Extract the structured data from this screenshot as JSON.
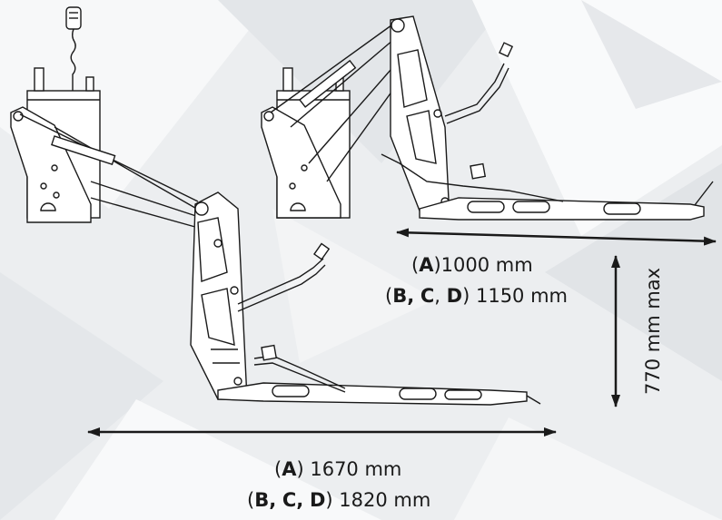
{
  "dimensions": {
    "top_length": {
      "model_a": "A",
      "value_a": "1000 mm",
      "models_bcd_b": "B,",
      "models_bcd_c": "C",
      "models_bcd_d": "D",
      "value_bcd": "1150 mm"
    },
    "bottom_length": {
      "model_a": "A",
      "value_a": "1670 mm",
      "models_bcd_b": "B,",
      "models_bcd_c": "C,",
      "models_bcd_d": "D",
      "value_bcd": "1820 mm"
    },
    "height": {
      "value": "770 mm max"
    }
  },
  "colors": {
    "line": "#1a1a1a",
    "background": "#eef0f2"
  }
}
